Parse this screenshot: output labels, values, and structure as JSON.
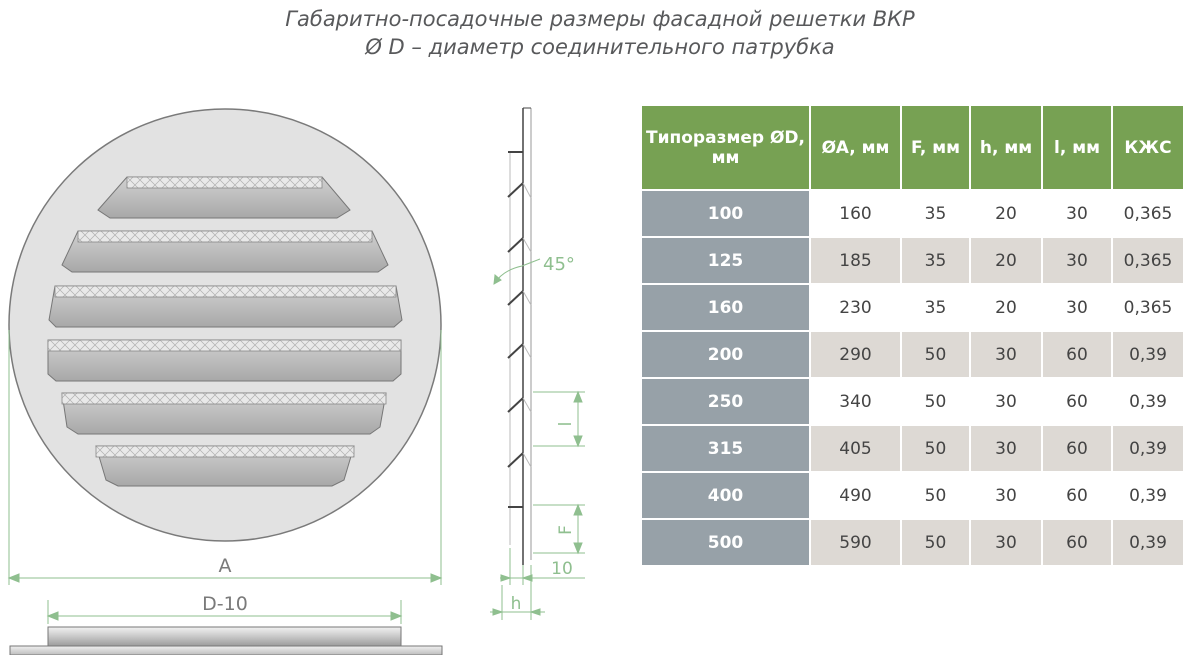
{
  "title_line1": "Габаритно-посадочные размеры фасадной решетки ВКР",
  "title_line2": "Ø D  – диаметр соединительного патрубка",
  "drawing": {
    "label_a": "A",
    "label_d10": "D-10",
    "label_angle": "45°",
    "label_l": "l",
    "label_f": "F",
    "label_10": "10",
    "label_h": "h"
  },
  "table": {
    "headers": [
      "Типоразмер ØD, мм",
      "ØA, мм",
      "F, мм",
      "h, мм",
      "l, мм",
      "КЖС"
    ],
    "rows": [
      [
        "100",
        "160",
        "35",
        "20",
        "30",
        "0,365"
      ],
      [
        "125",
        "185",
        "35",
        "20",
        "30",
        "0,365"
      ],
      [
        "160",
        "230",
        "35",
        "20",
        "30",
        "0,365"
      ],
      [
        "200",
        "290",
        "50",
        "30",
        "60",
        "0,39"
      ],
      [
        "250",
        "340",
        "50",
        "30",
        "60",
        "0,39"
      ],
      [
        "315",
        "405",
        "50",
        "30",
        "60",
        "0,39"
      ],
      [
        "400",
        "490",
        "50",
        "30",
        "60",
        "0,39"
      ],
      [
        "500",
        "590",
        "50",
        "30",
        "60",
        "0,39"
      ]
    ]
  }
}
